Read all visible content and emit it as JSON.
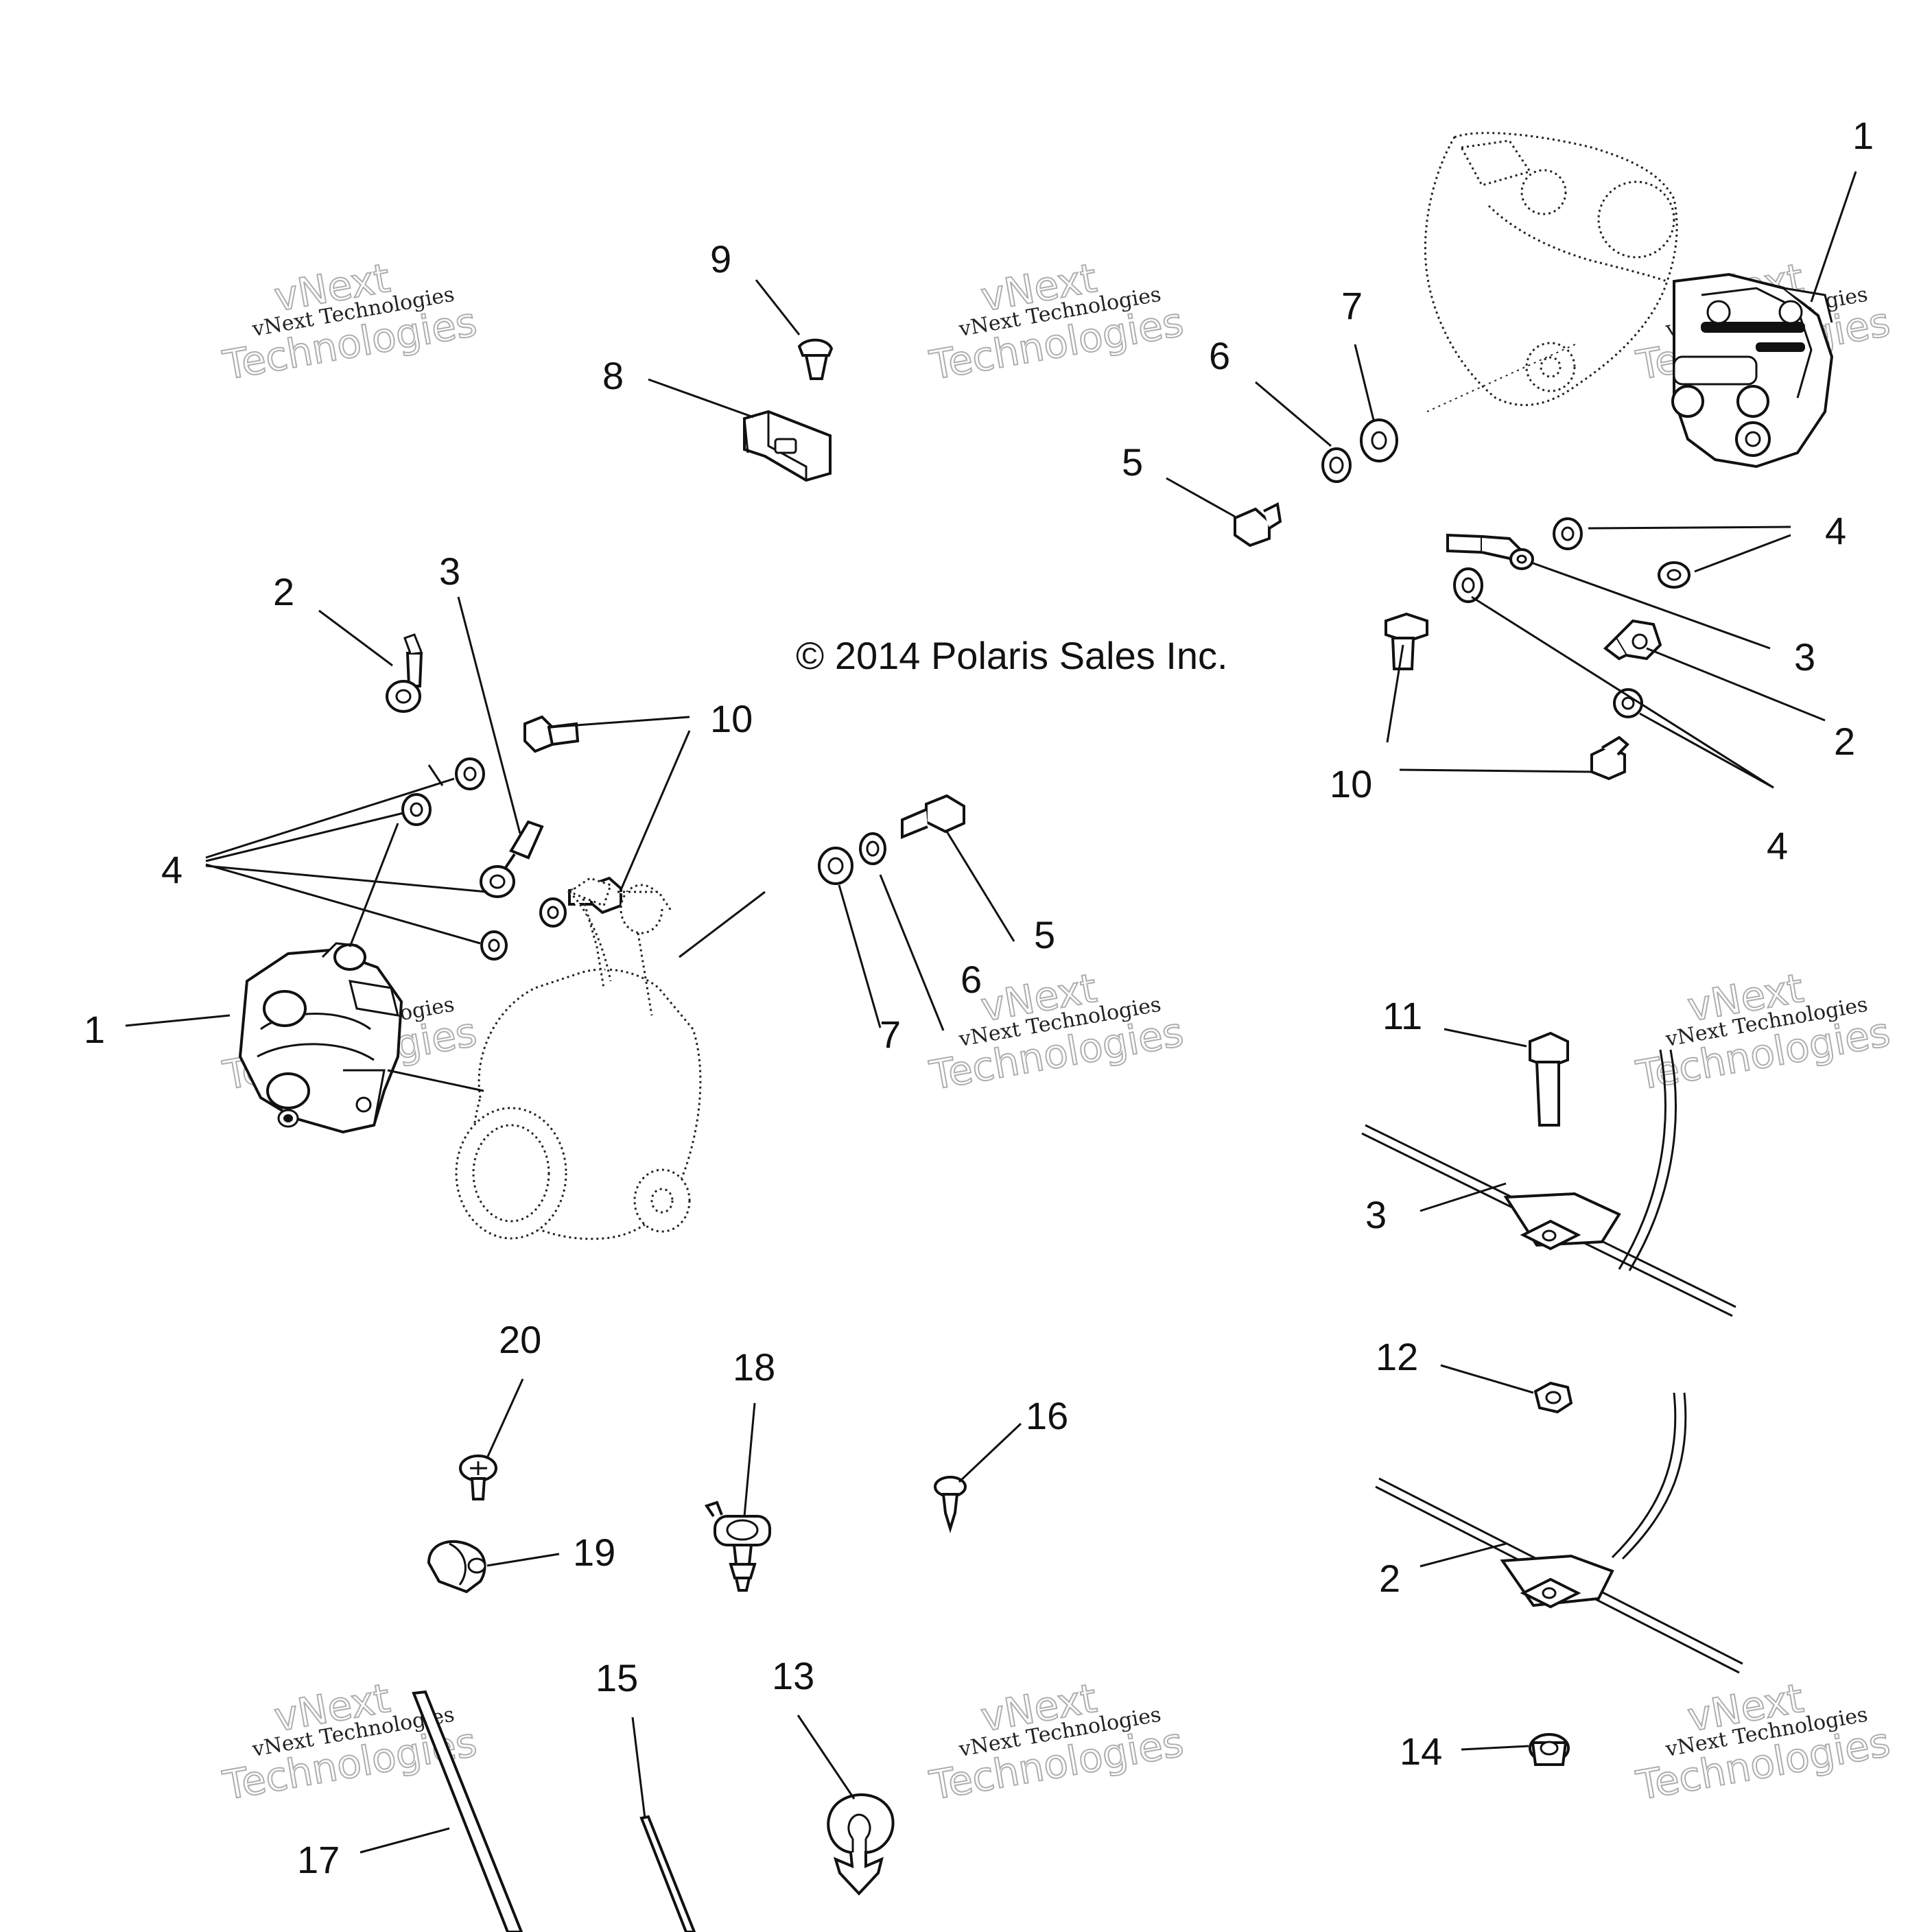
{
  "copyright": "© 2014 Polaris Sales Inc.",
  "watermark": {
    "line1": "vNext Technologies",
    "line2": "vNext",
    "line3": "Technologies"
  },
  "callouts": {
    "c1_top": "1",
    "c1_left": "1",
    "c2_left": "2",
    "c2_right": "2",
    "c2_clamp": "2",
    "c3_left": "3",
    "c3_right": "3",
    "c3_clamp": "3",
    "c4_left": "4",
    "c4_right_top": "4",
    "c4_right_bottom": "4",
    "c5_top": "5",
    "c5_mid": "5",
    "c6_top": "6",
    "c6_mid": "6",
    "c7_top": "7",
    "c7_mid": "7",
    "c8": "8",
    "c9": "9",
    "c10_left": "10",
    "c10_right": "10",
    "c11": "11",
    "c12": "12",
    "c13": "13",
    "c14": "14",
    "c15": "15",
    "c16": "16",
    "c17": "17",
    "c18": "18",
    "c19": "19",
    "c20": "20"
  }
}
